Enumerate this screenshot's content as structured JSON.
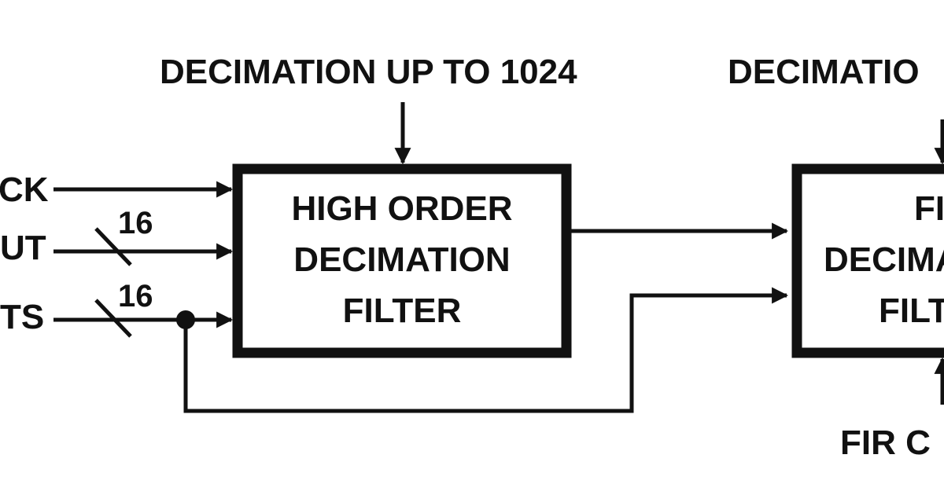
{
  "labels": {
    "top_left": "DECIMATION UP TO 1024",
    "top_right": "DECIMATIO",
    "bottom_right": "FIR C",
    "left_clock": "CK",
    "left_input": "UT",
    "left_bits": "TS",
    "bus_width_1": "16",
    "bus_width_2": "16"
  },
  "blocks": {
    "high_order": {
      "lines": [
        "HIGH ORDER",
        "DECIMATION",
        "FILTER"
      ]
    },
    "fir": {
      "lines": [
        "FI",
        "DECIMA",
        "FILT"
      ]
    }
  },
  "colors": {
    "ink": "#111111",
    "background": "#ffffff"
  }
}
